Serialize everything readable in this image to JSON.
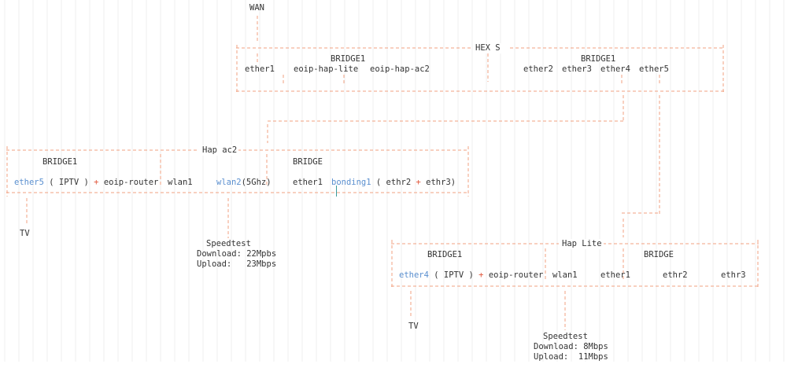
{
  "colors": {
    "dash": "#f0a080",
    "text": "#333333",
    "link": "#5a8fcf",
    "plus": "#e0553a",
    "cursor": "#3a9a9a",
    "guide": "#eeeeee"
  },
  "wan": "WAN",
  "hex": {
    "title": "HEX S",
    "bridge1_left": "BRIDGE1",
    "bridge1_right": "BRIDGE1",
    "ether1": "ether1",
    "eoip_hap_lite": "eoip-hap-lite",
    "eoip_hap_ac2": "eoip-hap-ac2",
    "ether2": "ether2",
    "ether3": "ether3",
    "ether4": "ether4",
    "ether5": "ether5"
  },
  "hapac2": {
    "title": "Hap ac2",
    "bridge1": "BRIDGE1",
    "bridge": "BRIDGE",
    "ether5": "ether5",
    "iptv_open": "( IPTV )",
    "plus": "+",
    "eoip_router": "eoip-router",
    "wlan1": "wlan1",
    "wlan2": "wlan2",
    "wlan2_band": "(5Ghz)",
    "ether1": "ether1",
    "bonding1": "bonding1",
    "bond_open": "( ethr2",
    "bond_close": "ethr3)",
    "tv": "TV",
    "speedtest": "Speedtest",
    "download": "Download: 22Mpbs",
    "upload": "Upload:   23Mbps"
  },
  "haplite": {
    "title": "Hap Lite",
    "bridge1": "BRIDGE1",
    "bridge": "BRIDGE",
    "ether4": "ether4",
    "iptv": "( IPTV )",
    "plus": "+",
    "eoip_router": "eoip-router",
    "wlan1": "wlan1",
    "ether1": "ether1",
    "ethr2": "ethr2",
    "ethr3": "ethr3",
    "tv": "TV",
    "speedtest": "Speedtest",
    "download": "Download: 8Mbps",
    "upload": "Upload:  11Mbps"
  }
}
